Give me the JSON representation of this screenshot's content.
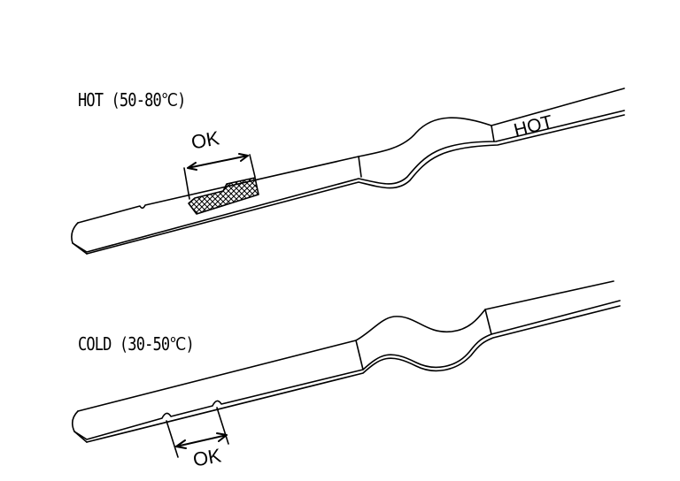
{
  "hot_gauge": {
    "label": "HOT (50-80℃)",
    "ok_label": "OK",
    "stamp": "HOT"
  },
  "cold_gauge": {
    "label": "COLD (30-50℃)",
    "ok_label": "OK"
  }
}
